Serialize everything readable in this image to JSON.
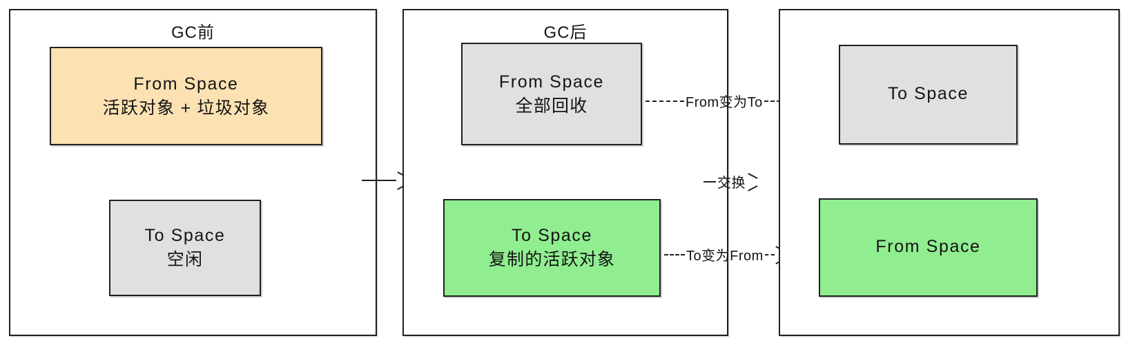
{
  "diagram": {
    "title_hidden": "",
    "colors": {
      "orange_fill": "#fce2b2",
      "grey_fill": "#e0e0e0",
      "green_fill": "#90ee90",
      "stroke": "#1f1f1f"
    },
    "panels": [
      {
        "id": "before-gc",
        "title": "GC前",
        "boxes": [
          {
            "id": "from-space-before",
            "color": "orange",
            "line_en": "From Space",
            "line_cn": "活跃对象 + 垃圾对象"
          },
          {
            "id": "to-space-before",
            "color": "grey",
            "line_en": "To Space",
            "line_cn": "空闲"
          }
        ]
      },
      {
        "id": "after-gc",
        "title": "GC后",
        "boxes": [
          {
            "id": "from-space-after",
            "color": "grey",
            "line_en": "From Space",
            "line_cn": "全部回收"
          },
          {
            "id": "to-space-after",
            "color": "green",
            "line_en": "To Space",
            "line_cn": "复制的活跃对象"
          }
        ]
      },
      {
        "id": "after-swap",
        "title": "",
        "boxes": [
          {
            "id": "to-space-swapped",
            "color": "grey",
            "line_en": "To Space",
            "line_cn": ""
          },
          {
            "id": "from-space-swapped",
            "color": "green",
            "line_en": "From Space",
            "line_cn": ""
          }
        ]
      }
    ],
    "connectors": [
      {
        "id": "panel1-to-panel2",
        "label": "",
        "style": "solid"
      },
      {
        "id": "from-becomes-to",
        "label": "From变为To",
        "style": "dashed"
      },
      {
        "id": "swap",
        "label": "交换",
        "style": "solid"
      },
      {
        "id": "to-becomes-from",
        "label": "To变为From",
        "style": "dashed"
      }
    ]
  }
}
